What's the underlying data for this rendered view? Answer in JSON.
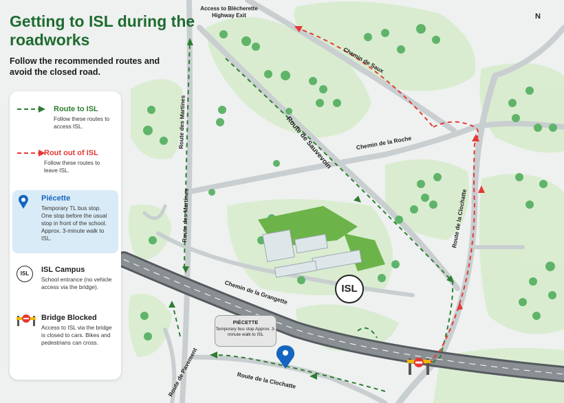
{
  "header": {
    "title": "Getting to ISL during the roadworks",
    "subtitle": "Follow the recommended routes and avoid the closed road."
  },
  "legend": {
    "route_to": {
      "title": "Route to ISL",
      "desc": "Follow these routes to access ISL.",
      "color": "#2e7d32"
    },
    "route_out": {
      "title": "Rout out of ISL",
      "desc": "Follow these routes to leave ISL.",
      "color": "#e53935"
    },
    "piecette": {
      "title": "Piécette",
      "desc": "Temporary TL bus stop. One stop before the usual stop in front of the school. Approx. 3-minute walk to ISL.",
      "icon": "map-pin-icon",
      "color": "#1565c0"
    },
    "campus": {
      "title": "ISL Campus",
      "desc": "School entrance (no vehicle access via the bridge).",
      "icon_text": "ISL"
    },
    "bridge": {
      "title": "Bridge Blocked",
      "desc": "Access to ISL via the bridge is closed to cars. Bikes and pedestrians can cross.",
      "icon": "no-entry-icon"
    }
  },
  "map": {
    "north": "N",
    "access": "Access to Blècherette Highway Exit",
    "roads": {
      "saux": "Chemin de Saux",
      "sauvevoin": "Route de Sauvevoin",
      "roche": "Chemin de la Roche",
      "martines_top": "Route des Martines",
      "martines_mid": "Route des Martines",
      "clochatte_right": "Route de la Clochatte",
      "grangette": "Chemin de la Grangette",
      "clochatte_bottom": "Route de la Clochatte",
      "pavement": "Route de Pavement"
    },
    "callout": {
      "title": "PIÉCETTE",
      "desc": "Temporary bus stop Approx. 3-minute walk to ISL"
    },
    "isl_marker": "ISL"
  }
}
